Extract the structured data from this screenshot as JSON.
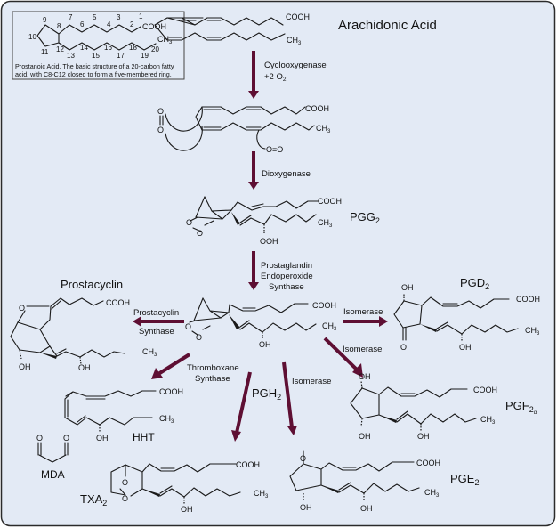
{
  "title": "Arachidonic acid metabolism via cyclooxygenase pathway",
  "colors": {
    "background": "#e3eaf5",
    "arrow": "#5e0f33",
    "border": "#2b2b2b",
    "ink": "#111111"
  },
  "inset": {
    "title": "Prostanoic Acid",
    "caption_line1": "Prostanoic Acid.  The basic structure of a 20-carbon fatty",
    "caption_line2": "acid, with C8-C12 closed to form a five-membered ring.",
    "carbon_numbers": [
      "1",
      "2",
      "3",
      "4",
      "5",
      "6",
      "7",
      "8",
      "9",
      "10",
      "11",
      "12",
      "13",
      "14",
      "15",
      "16",
      "17",
      "18",
      "19",
      "20"
    ],
    "cooh": "COOH",
    "ch3": "CH",
    "ch3_sub": "3"
  },
  "compounds": {
    "arachidonic_acid": "Arachidonic Acid",
    "pgg2": {
      "base": "PGG",
      "sub": "2"
    },
    "pgh2": {
      "base": "PGH",
      "sub": "2"
    },
    "prostacyclin": "Prostacyclin",
    "pgd2": {
      "base": "PGD",
      "sub": "2"
    },
    "pgf2a": {
      "base": "PGF",
      "sub": "2",
      "subsub": "α"
    },
    "pge2": {
      "base": "PGE",
      "sub": "2"
    },
    "txa2": {
      "base": "TXA",
      "sub": "2"
    },
    "hht": "HHT",
    "mda": "MDA"
  },
  "enzymes": {
    "cyclooxygenase_1": "Cyclooxygenase",
    "cyclooxygenase_2": "+2 O",
    "cyclooxygenase_2_sub": "2",
    "dioxygenase": "Dioxygenase",
    "pges_1": "Prostaglandin",
    "pges_2": "Endoperoxide",
    "pges_3": "Synthase",
    "prostacyclin_synthase_1": "Prostacyclin",
    "prostacyclin_synthase_2": "Synthase",
    "thromboxane_synthase_1": "Thromboxane",
    "thromboxane_synthase_2": "Synthase",
    "isomerase_d": "Isomerase",
    "isomerase_f": "Isomerase",
    "isomerase_e": "Isomerase"
  },
  "atoms": {
    "cooh": "COOH",
    "ch3": "CH",
    "ch3_sub": "3",
    "oh": "OH",
    "ooh": "OOH",
    "o": "O",
    "o2": "O=O"
  }
}
